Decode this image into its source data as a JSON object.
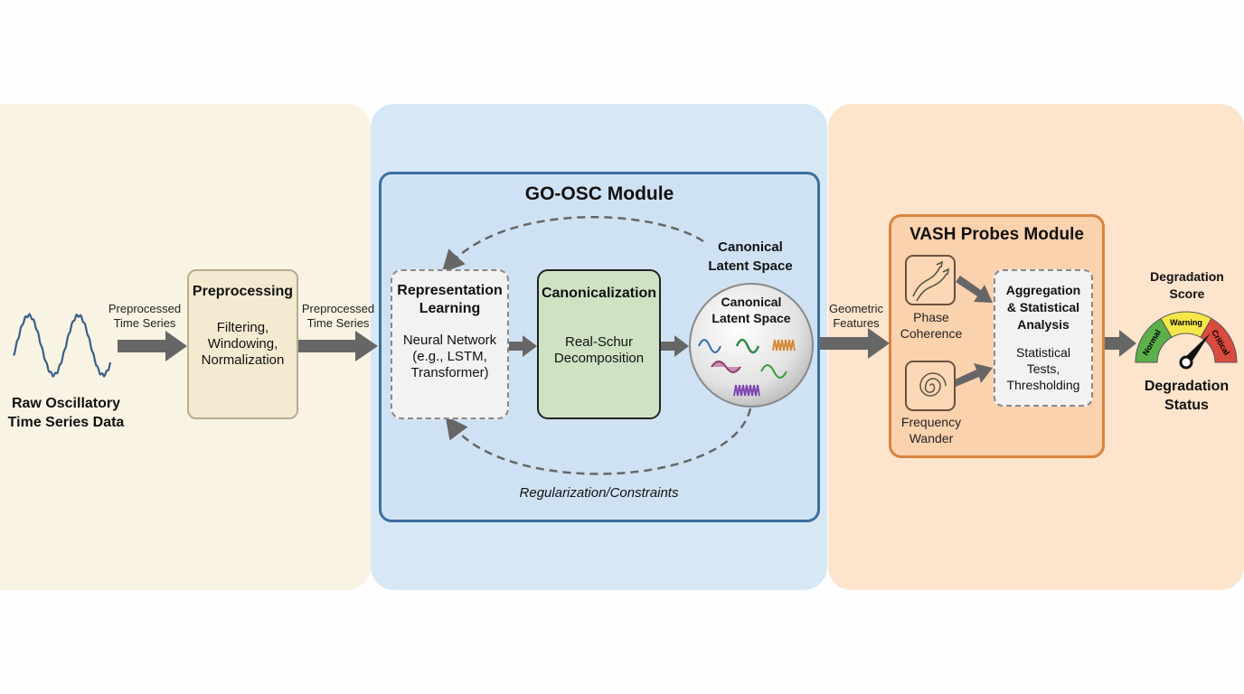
{
  "raw_input": {
    "label": "Raw Oscillatory Time Series Data",
    "line1": "Raw Oscillatory",
    "line2": "Time Series Data"
  },
  "arrow1": {
    "line1": "Preprocessed",
    "line2": "Time Series"
  },
  "preprocessing": {
    "title": "Preprocessing",
    "line1": "Filtering,",
    "line2": "Windowing,",
    "line3": "Normalization"
  },
  "arrow2": {
    "line1": "Preprocessed",
    "line2": "Time Series"
  },
  "go_osc": {
    "title": "GO-OSC Module",
    "feedback_top_label": {
      "line1": "Canonical",
      "line2": "Latent Space"
    },
    "feedback_bottom_label": "Regularization/Constraints",
    "representation": {
      "title1": "Representation",
      "title2": "Learning",
      "line1": "Neural Network",
      "line2": "(e.g., LSTM,",
      "line3": "Transformer)"
    },
    "canonicalization": {
      "title": "Canonicalization",
      "line1": "Real-Schur",
      "line2": "Decomposition"
    },
    "latent": {
      "line1": "Canonical",
      "line2": "Latent Space"
    }
  },
  "arrow3": {
    "line1": "Geometric",
    "line2": "Features"
  },
  "vash": {
    "title": "VASH Probes Module",
    "phase": {
      "line1": "Phase",
      "line2": "Coherence"
    },
    "frequency": {
      "line1": "Frequency",
      "line2": "Wander"
    },
    "aggregation": {
      "title1": "Aggregation",
      "title2": "& Statistical",
      "title3": "Analysis",
      "line1": "Statistical",
      "line2": "Tests,",
      "line3": "Thresholding"
    }
  },
  "gauge": {
    "title1": "Degradation",
    "title2": "Score",
    "status1": "Degradation",
    "status2": "Status",
    "zones": [
      {
        "label": "Normal",
        "color": "#5bb04a"
      },
      {
        "label": "Warning",
        "color": "#f5e74a"
      },
      {
        "label": "Critical",
        "color": "#d94a3f"
      }
    ],
    "needle_value": 0.72
  },
  "colors": {
    "arrow": "#666666",
    "go_osc_border": "#3d6e9e",
    "vash_border": "#d9843f",
    "canonical_fill": "#cfe3c4",
    "wave_blue": "#3a6ea5"
  }
}
